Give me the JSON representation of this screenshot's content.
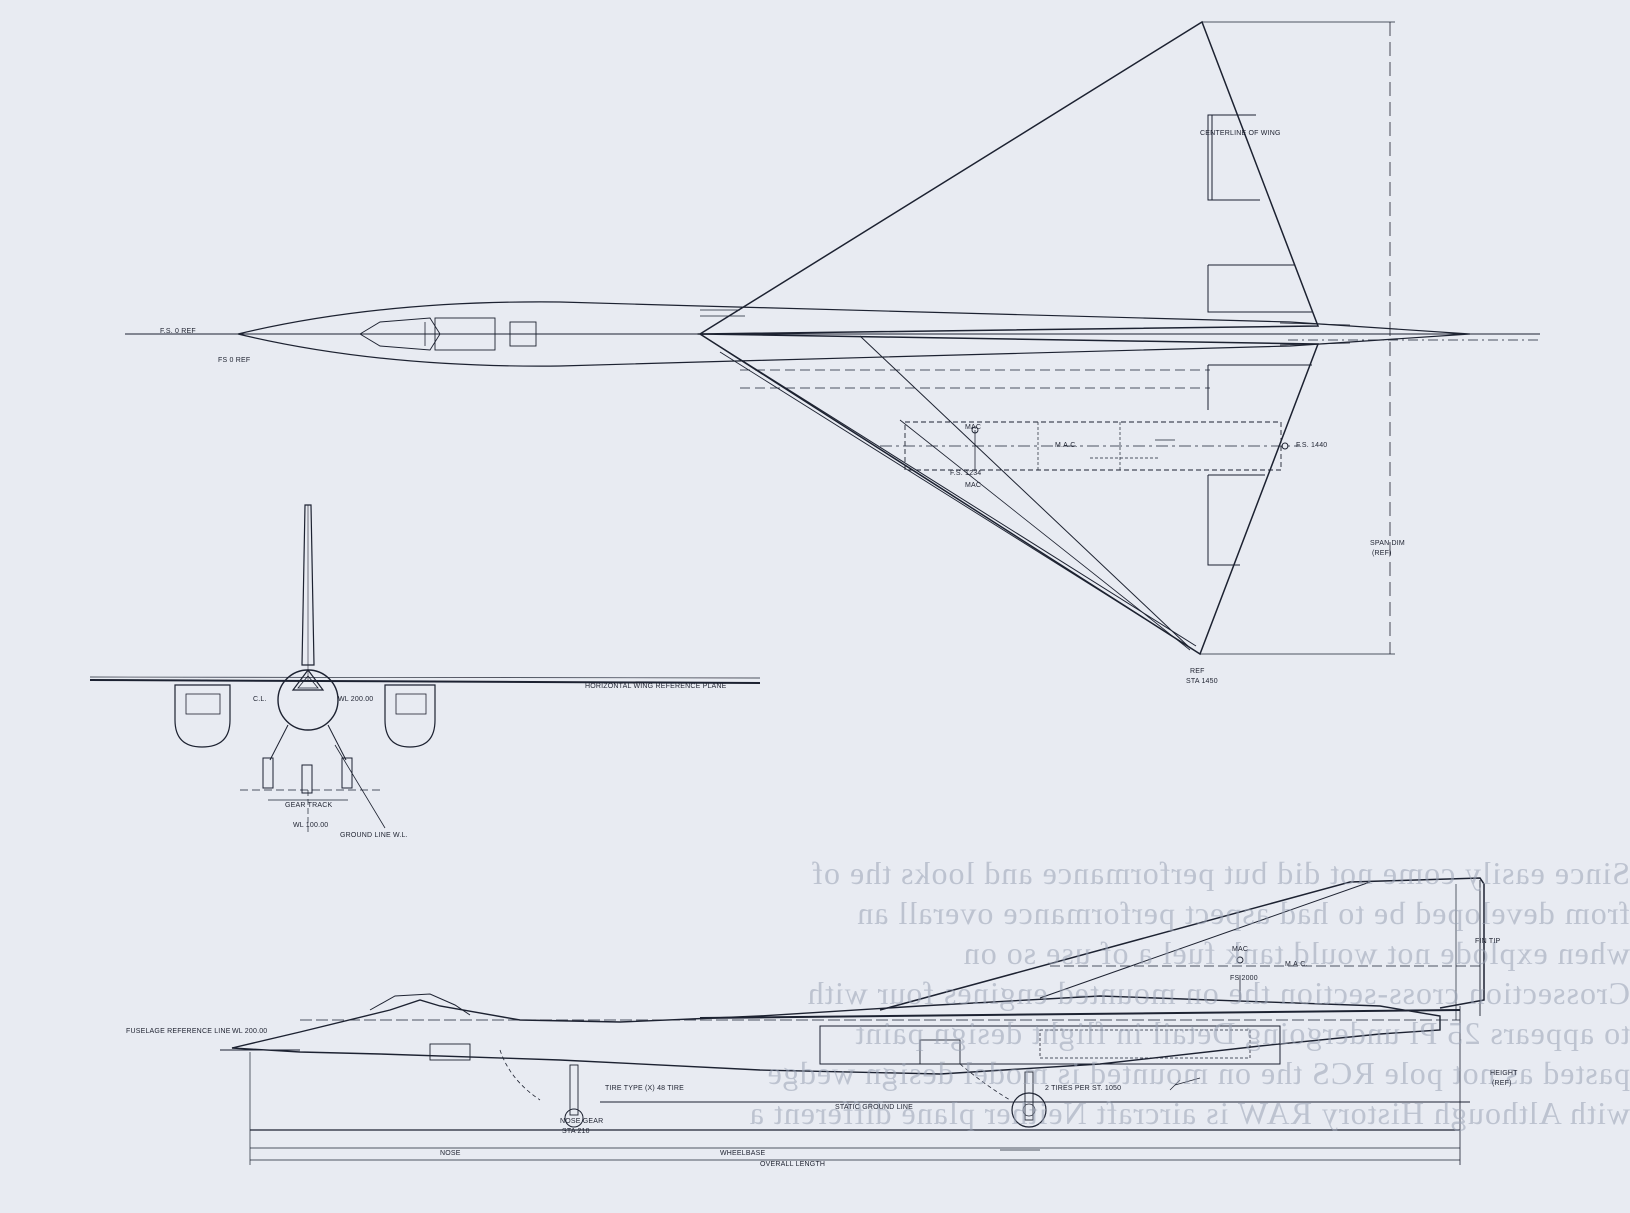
{
  "labels": {
    "top_nose_ref": "F.S. 0 REF",
    "top_nose_sub": "FS 0 REF",
    "mac_marker_1": "MAC",
    "mac_marker_2": "MAC",
    "mac_label": "M.A.C.",
    "top_sta_1": "F.S. 1234",
    "top_sta_2": "F.S. 1440",
    "top_right_dim": "CENTERLINE OF WING",
    "top_span_dim": "SPAN DIM",
    "top_span_dim_sub": "(REF)",
    "tip_marker": "REF",
    "tip_sub": "STA 1450",
    "front_ref_plane": "HORIZONTAL WING REFERENCE PLANE",
    "front_left_note": "C.L.",
    "front_right_note": "WL 200.00",
    "front_gear_track": "GEAR TRACK",
    "front_gear_sub": "WL 100.00",
    "front_ground": "GROUND LINE W.L.",
    "side_fuselage_ref": "FUSELAGE REFERENCE LINE",
    "side_wl": "WL 200.00",
    "side_tail_note": "FIN TIP",
    "side_fin_mac": "MAC",
    "side_fin_sta": "FS 2000",
    "side_fin_mac2": "M.A.C.",
    "side_static_ground": "STATIC GROUND LINE",
    "side_tire_note_1": "TIRE TYPE (X) 48 TIRE",
    "side_tire_note_2": "2 TIRES PER ST. 1050",
    "side_overall_length": "OVERALL LENGTH",
    "side_nose_len": "NOSE",
    "side_wheelbase": "WHEELBASE",
    "side_right_ht": "HEIGHT",
    "side_right_ht_sub": "(REF)",
    "side_fwd_gear": "NOSE GEAR",
    "side_fwd_gear_sub": "STA 210"
  },
  "bleed_text": [
    "Since easily come not did but performance and looks the of",
    "from developed be to had aspect performance overall an",
    "when explode not would tank fuel a of use so on",
    "Crossection cross-section the on mounted engines four with",
    "to appears 25 Pl undergoing Detail in flight design paint",
    "pasted as not pole RCS the on mounted is model design wedge",
    "with Although History RAW is aircraft Neither plane different a",
    "",
    ""
  ],
  "colors": {
    "paper": "#e8ebf2",
    "ink": "#1e2230",
    "bleed": "#9aa3b5"
  }
}
